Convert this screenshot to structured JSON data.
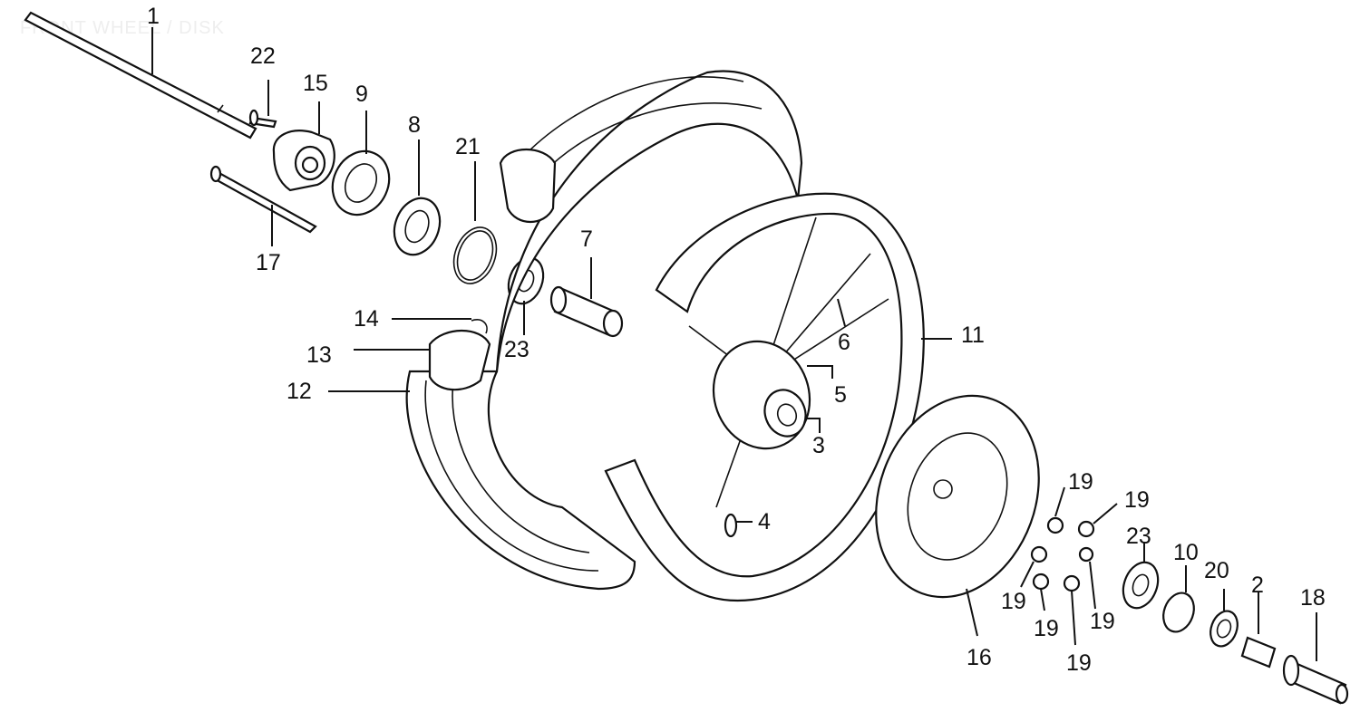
{
  "title": "FRONT WHEEL / DISK",
  "labels": {
    "p1": "1",
    "p2": "2",
    "p3": "3",
    "p4": "4",
    "p5": "5",
    "p6": "6",
    "p7": "7",
    "p8": "8",
    "p9": "9",
    "p10": "10",
    "p11": "11",
    "p12": "12",
    "p13": "13",
    "p14": "14",
    "p15": "15",
    "p16": "16",
    "p17": "17",
    "p18": "18",
    "p19a": "19",
    "p19b": "19",
    "p19c": "19",
    "p19d": "19",
    "p19e": "19",
    "p19f": "19",
    "p20": "20",
    "p21": "21",
    "p22": "22",
    "p23a": "23",
    "p23b": "23"
  }
}
